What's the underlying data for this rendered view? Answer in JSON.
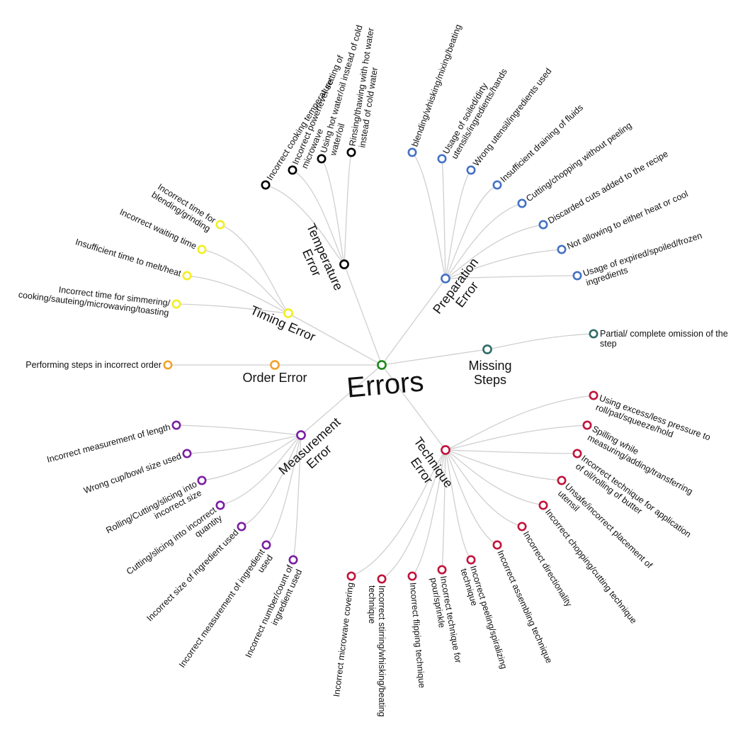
{
  "root": {
    "label": "Errors",
    "color": "#1a8a1a"
  },
  "categories": [
    {
      "id": "temperature",
      "label_lines": [
        "Temperature",
        "Error"
      ],
      "color": "#000000",
      "leaves": [
        [
          "Rinsing/thawing with hot water",
          "instead of cold water"
        ],
        [
          "Using hot water/oil instead of cold",
          "water/oil"
        ],
        [
          "Incorrect powerlevel setting of",
          "microwave"
        ],
        [
          "Incorrect cooking temperature"
        ]
      ]
    },
    {
      "id": "timing",
      "label_lines": [
        "Timing Error"
      ],
      "color": "#f2ee22",
      "leaves": [
        [
          "Incorrect time for",
          "blending/grinding"
        ],
        [
          "Incorrect waiting time"
        ],
        [
          "Insufficient time to melt/heat"
        ],
        [
          "Incorrect time for simmering/",
          "cooking/sauteing/microwaving/toasting"
        ]
      ]
    },
    {
      "id": "order",
      "label_lines": [
        "Order Error"
      ],
      "color": "#f0a22e",
      "leaves": [
        [
          "Performing steps in incorrect order"
        ]
      ]
    },
    {
      "id": "measurement",
      "label_lines": [
        "Measurement",
        "Error"
      ],
      "color": "#7a1fa2",
      "leaves": [
        [
          "Incorrect measurement of length"
        ],
        [
          "Wrong cup/bowl size used"
        ],
        [
          "Rolling/Cutting/slicing into",
          "incorrect size"
        ],
        [
          "Cutting/slicing into incorrect",
          "quantity"
        ],
        [
          "Incorrect size of ingredient used"
        ],
        [
          "Incorrect measurement of ingredient",
          "used"
        ],
        [
          "Incorrect number/count of",
          "ingredient used"
        ]
      ]
    },
    {
      "id": "technique",
      "label_lines": [
        "Technique",
        "Error"
      ],
      "color": "#c0143c",
      "leaves": [
        [
          "Using excess/less pressure to",
          "roll/pat/squeeze/hold"
        ],
        [
          "Spilling while",
          "measuring/adding/transferring"
        ],
        [
          "Incorrect technique for application",
          "of oil/rolling of butter"
        ],
        [
          "Unsafe/incorrect placement of",
          "utensil"
        ],
        [
          "Incorrect chopping/cutting technique"
        ],
        [
          "Incorrect directionality"
        ],
        [
          "Incorrect assembling technique"
        ],
        [
          "Incorrect peeling/spiralizing",
          "technique"
        ],
        [
          "Incorrect technique for",
          "pour/sprinkle"
        ],
        [
          "Incorrect flipping technique"
        ],
        [
          "Incorrect stirring/whisking/beating",
          "technique"
        ],
        [
          "Incorrect microwave covering"
        ]
      ]
    },
    {
      "id": "missing",
      "label_lines": [
        "Missing",
        "Steps"
      ],
      "color": "#2f6b66",
      "leaves": [
        [
          "Partial/ complete omission of the",
          "step"
        ]
      ]
    },
    {
      "id": "preparation",
      "label_lines": [
        "Preparation",
        "Error"
      ],
      "color": "#4472c4",
      "leaves": [
        [
          "Usage of expired/spoiled/frozen",
          "ingredients"
        ],
        [
          "Not allowing to either heat or cool"
        ],
        [
          "Discarded cuts added to the recipe"
        ],
        [
          "Cutting/chopping without peeling"
        ],
        [
          "Insufficient draining of fluids"
        ],
        [
          "Wrong utensil/ingredients used"
        ],
        [
          "Usage of soiled/dirty",
          "utensils/ingredients/hands"
        ],
        [
          "blending/whisking/mixing/beating"
        ]
      ]
    }
  ]
}
